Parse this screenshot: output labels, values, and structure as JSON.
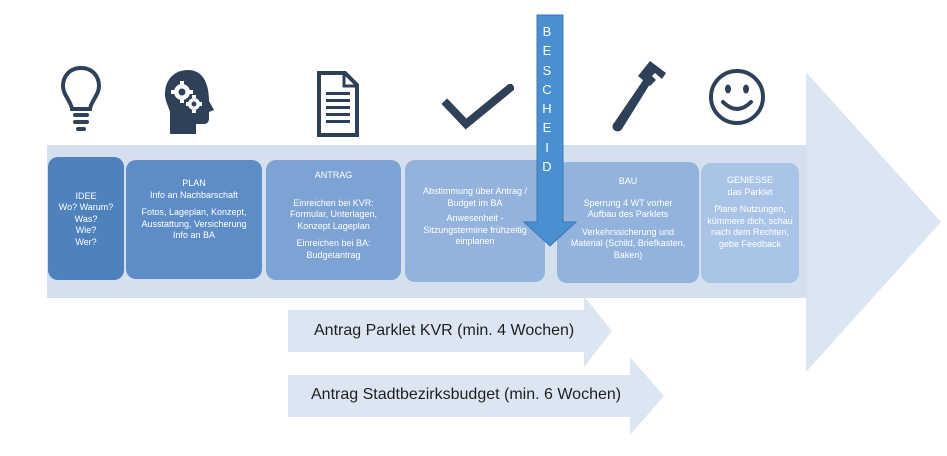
{
  "colors": {
    "main_arrow": "#dce6f2",
    "band": "#d6e1f0",
    "box_dark": "#4f81bd",
    "box_mid": "#5d8cc6",
    "box_light": "#7da2d4",
    "box_lighter": "#93b3dd",
    "box_lightest": "#a9c4e6",
    "bescheid_arrow": "#4a8fd0",
    "icon": "#2f4158"
  },
  "icons": [
    "lightbulb-icon",
    "head-gears-icon",
    "document-icon",
    "checkmark-icon",
    "hammer-icon",
    "smiley-icon"
  ],
  "bescheid": {
    "letters": [
      "B",
      "E",
      "S",
      "C",
      "H",
      "E",
      "I",
      "D"
    ]
  },
  "steps": {
    "idee": {
      "title": "IDEE",
      "lines": [
        "Wo? Warum?",
        "Was?",
        "Wie?",
        "Wer?"
      ]
    },
    "plan": {
      "title": "PLAN",
      "p1": "Info an Nachbarschaft",
      "p2": "Fotos, Lageplan, Konzept, Ausstattung, Versicherung",
      "p3": "Info an BA"
    },
    "antrag": {
      "title": "ANTRAG",
      "p1": "Einreichen bei KVR: Formular, Unterlagen, Konzept Lageplan",
      "p2": "Einreichen bei BA: Budgetantrag"
    },
    "abstimmung": {
      "p1": "Abstimmung über Antrag / Budget im BA",
      "p2": "Anwesenheit - Sitzungstermine frühzeitig einplanen"
    },
    "bau": {
      "title": "BAU",
      "p1": "Sperrung 4 WT vorher Aufbau des Parklets",
      "p2": "Verkehrssicherung und Material (Schild, Briefkasten, Baken)"
    },
    "geniesse": {
      "title": "GENIESSE das Parklet",
      "p1": "Plane Nutzungen, kümmere dich, schau nach dem Rechten, gebe Feedback"
    }
  },
  "timeline": {
    "kvr": "Antrag Parklet KVR (min. 4 Wochen)",
    "budget": "Antrag Stadtbezirksbudget (min. 6 Wochen)"
  }
}
